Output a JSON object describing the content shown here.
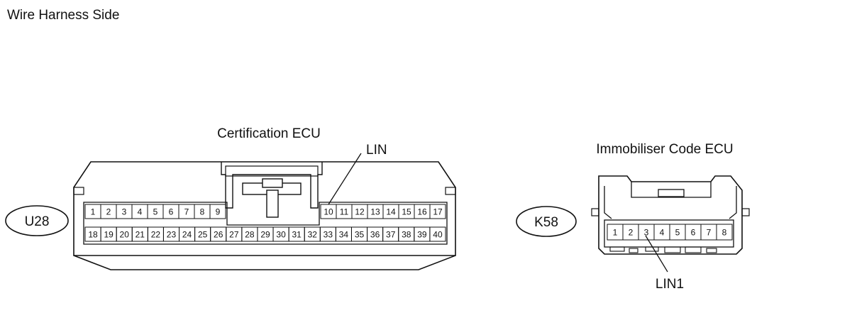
{
  "header": {
    "title": "Wire Harness Side"
  },
  "connectors": [
    {
      "id": "certification-ecu",
      "name": "Certification ECU",
      "code": "U28",
      "pins_top": [
        "1",
        "2",
        "3",
        "4",
        "5",
        "6",
        "7",
        "8",
        "9",
        "10",
        "11",
        "12",
        "13",
        "14",
        "15",
        "16",
        "17"
      ],
      "pins_bottom": [
        "18",
        "19",
        "20",
        "21",
        "22",
        "23",
        "24",
        "25",
        "26",
        "27",
        "28",
        "29",
        "30",
        "31",
        "32",
        "33",
        "34",
        "35",
        "36",
        "37",
        "38",
        "39",
        "40"
      ],
      "callout": {
        "label": "LIN",
        "pin": "10"
      }
    },
    {
      "id": "immobiliser-code-ecu",
      "name": "Immobiliser Code ECU",
      "code": "K58",
      "pins": [
        "1",
        "2",
        "3",
        "4",
        "5",
        "6",
        "7",
        "8"
      ],
      "callout": {
        "label": "LIN1",
        "pin": "3"
      }
    }
  ],
  "colors": {
    "line": "#111111",
    "background": "#ffffff"
  }
}
